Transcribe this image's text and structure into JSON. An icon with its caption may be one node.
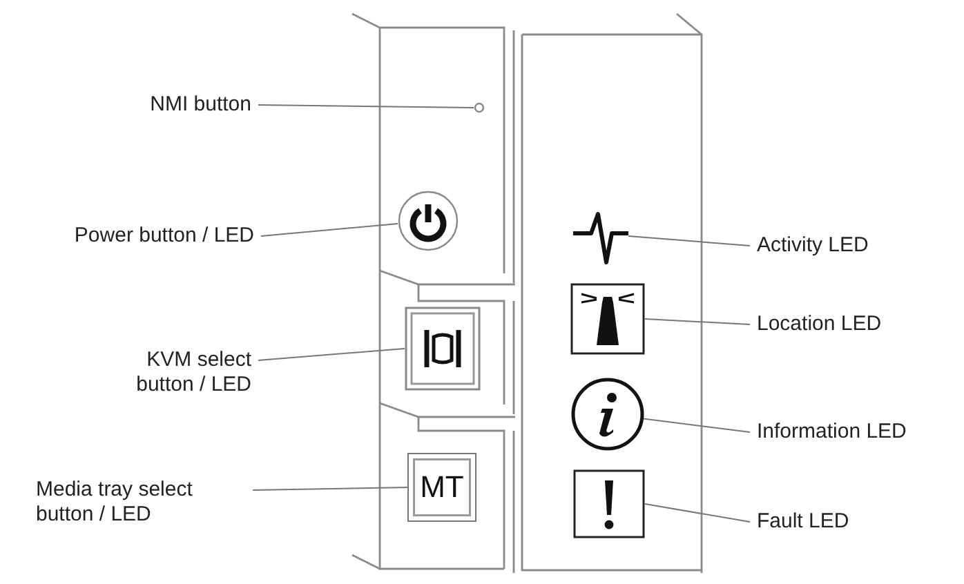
{
  "diagram": {
    "nodes": [
      {
        "text": [
          "NMI button"
        ]
      },
      {
        "text": [],
        "shape": "circle"
      },
      {
        "text": [
          "Power button / LED"
        ]
      },
      {
        "text": [],
        "shape": "circle"
      },
      {
        "text": [
          "KVM select button / LED"
        ]
      },
      {
        "text": [],
        "shape": "box"
      },
      {
        "text": [
          "Media tray select button / LED"
        ]
      },
      {
        "text": [
          "MT"
        ]
      },
      {
        "text": [
          "Activity LED"
        ]
      },
      {
        "text": [],
        "shape": "icon"
      },
      {
        "text": [
          "Location LED"
        ]
      },
      {
        "text": [],
        "shape": "box"
      },
      {
        "text": [
          "Information LED"
        ]
      },
      {
        "text": [],
        "shape": "circle"
      },
      {
        "text": [
          "Fault LED"
        ]
      },
      {
        "text": [],
        "shape": "box"
      }
    ],
    "edges": [
      {
        "from": 0,
        "to": 1,
        "arrow": "none"
      },
      {
        "from": 2,
        "to": 3,
        "arrow": "none"
      },
      {
        "from": 4,
        "to": 5,
        "arrow": "none"
      },
      {
        "from": 6,
        "to": 7,
        "arrow": "none"
      },
      {
        "from": 8,
        "to": 9,
        "arrow": "none"
      },
      {
        "from": 10,
        "to": 11,
        "arrow": "none"
      },
      {
        "from": 12,
        "to": 13,
        "arrow": "none"
      },
      {
        "from": 14,
        "to": 15,
        "arrow": "none"
      }
    ]
  }
}
